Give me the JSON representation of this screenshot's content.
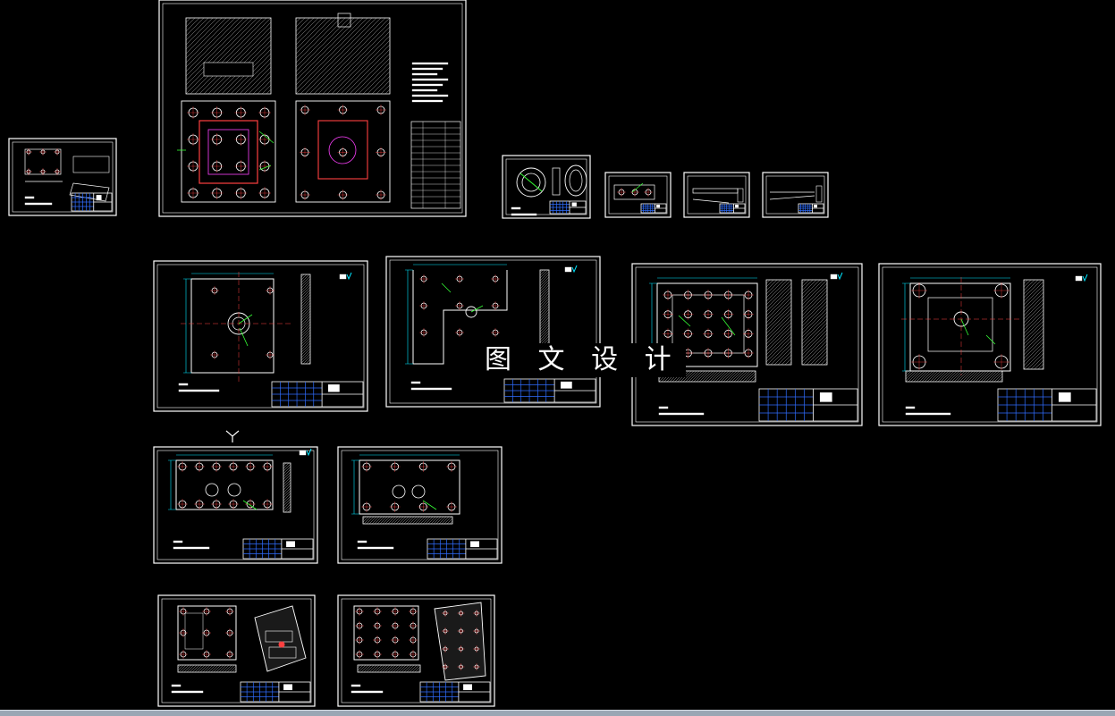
{
  "app": {
    "type": "cad-model-space-viewer"
  },
  "colors": {
    "background": "#000000",
    "frame": "#ffffff",
    "part": "#ffffff",
    "dimension": "#00e6ff",
    "center": "#ff4040",
    "leader": "#35ff35",
    "hatch": "#c8c8c8",
    "title_block": "#2f6dff",
    "magenta": "#ff40ff"
  },
  "overlay": {
    "watermark": "图 文 设 计"
  },
  "sheets": [
    {
      "id": "assembly-main",
      "kind": "assembly"
    },
    {
      "id": "small-part-left",
      "kind": "plate-small"
    },
    {
      "id": "ring-part",
      "kind": "ring"
    },
    {
      "id": "small-part-1",
      "kind": "plate-tiny"
    },
    {
      "id": "small-part-2",
      "kind": "bars"
    },
    {
      "id": "small-part-3",
      "kind": "bars-2"
    },
    {
      "id": "plate-1",
      "kind": "plate-center"
    },
    {
      "id": "plate-2",
      "kind": "plate-frame"
    },
    {
      "id": "plate-3",
      "kind": "plate-grid"
    },
    {
      "id": "plate-4",
      "kind": "plate-center-2"
    },
    {
      "id": "plate-5",
      "kind": "plate-row"
    },
    {
      "id": "plate-6",
      "kind": "plate-row-2"
    },
    {
      "id": "plate-7",
      "kind": "plate-3d"
    },
    {
      "id": "plate-8",
      "kind": "plate-3d-2"
    }
  ]
}
